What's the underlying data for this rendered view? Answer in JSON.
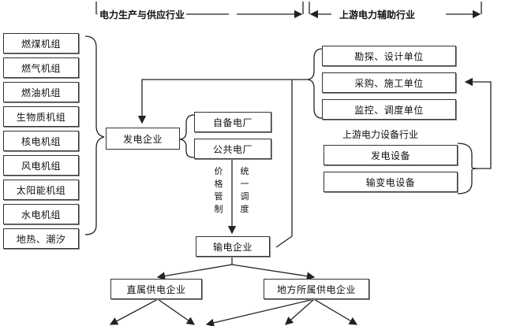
{
  "header": {
    "left_label": "电力生产与供应行业",
    "right_label": "上游电力辅助行业"
  },
  "generation_types": [
    "燃煤机组",
    "燃气机组",
    "燃油机组",
    "生物质机组",
    "核电机组",
    "风电机组",
    "太阳能机组",
    "水电机组",
    "地热、潮汐"
  ],
  "upstream_aux": [
    "勘探、设计单位",
    "采购、施工单位",
    "监控、调度单位"
  ],
  "equipment": {
    "title": "上游电力设备行业",
    "items": [
      "发电设备",
      "输变电设备"
    ]
  },
  "gen_company": "发电企业",
  "plants": [
    "自备电厂",
    "公共电厂"
  ],
  "control": {
    "price": "价格管制",
    "dispatch": "统一调度"
  },
  "transmission": "输电企业",
  "supply": [
    "直属供电企业",
    "地方所属供电企业"
  ]
}
